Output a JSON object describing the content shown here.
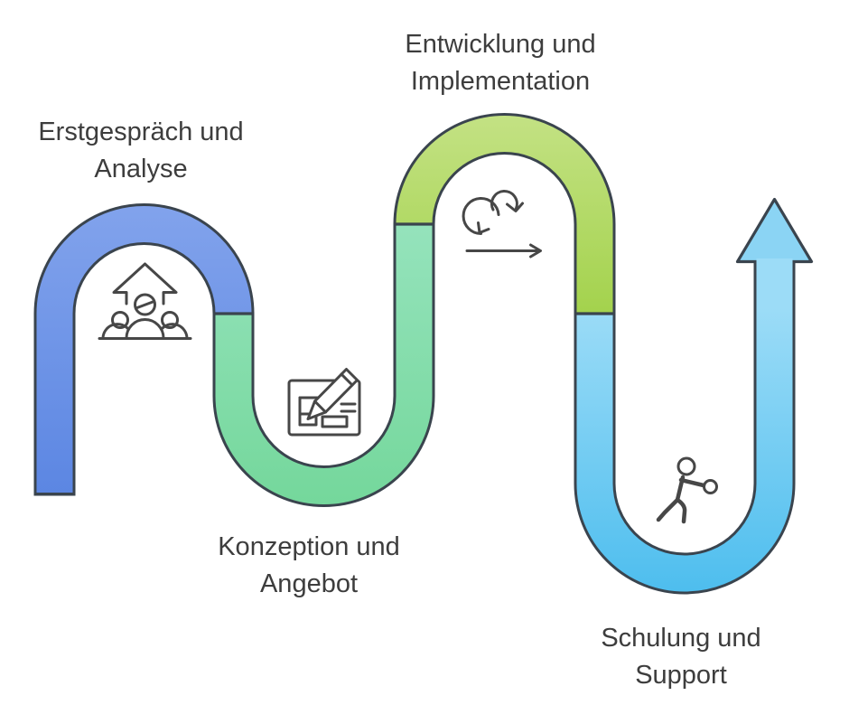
{
  "diagram": {
    "background": "#ffffff",
    "outline_color": "#3A444E",
    "icon_color": "#474747",
    "text_color": "#3D3D3D",
    "stages": [
      {
        "label_lines": [
          "Erstgespräch und",
          "Analyse"
        ],
        "icon": "team-growth-icon",
        "color_top": "#82A3EC",
        "color_bottom": "#5A85E2"
      },
      {
        "label_lines": [
          "Konzeption und",
          "Angebot"
        ],
        "icon": "contract-pencil-icon",
        "color_top": "#95E3BC",
        "color_bottom": "#74D79B"
      },
      {
        "label_lines": [
          "Entwicklung und",
          "Implementation"
        ],
        "icon": "scrum-iteration-icon",
        "color_top": "#C4E285",
        "color_bottom": "#A3D24C"
      },
      {
        "label_lines": [
          "Schulung und",
          "Support"
        ],
        "icon": "training-person-icon",
        "color_top": "#9CDCF7",
        "color_bottom": "#4CBDEE",
        "arrow_fill": "#8BD4F4"
      }
    ]
  }
}
